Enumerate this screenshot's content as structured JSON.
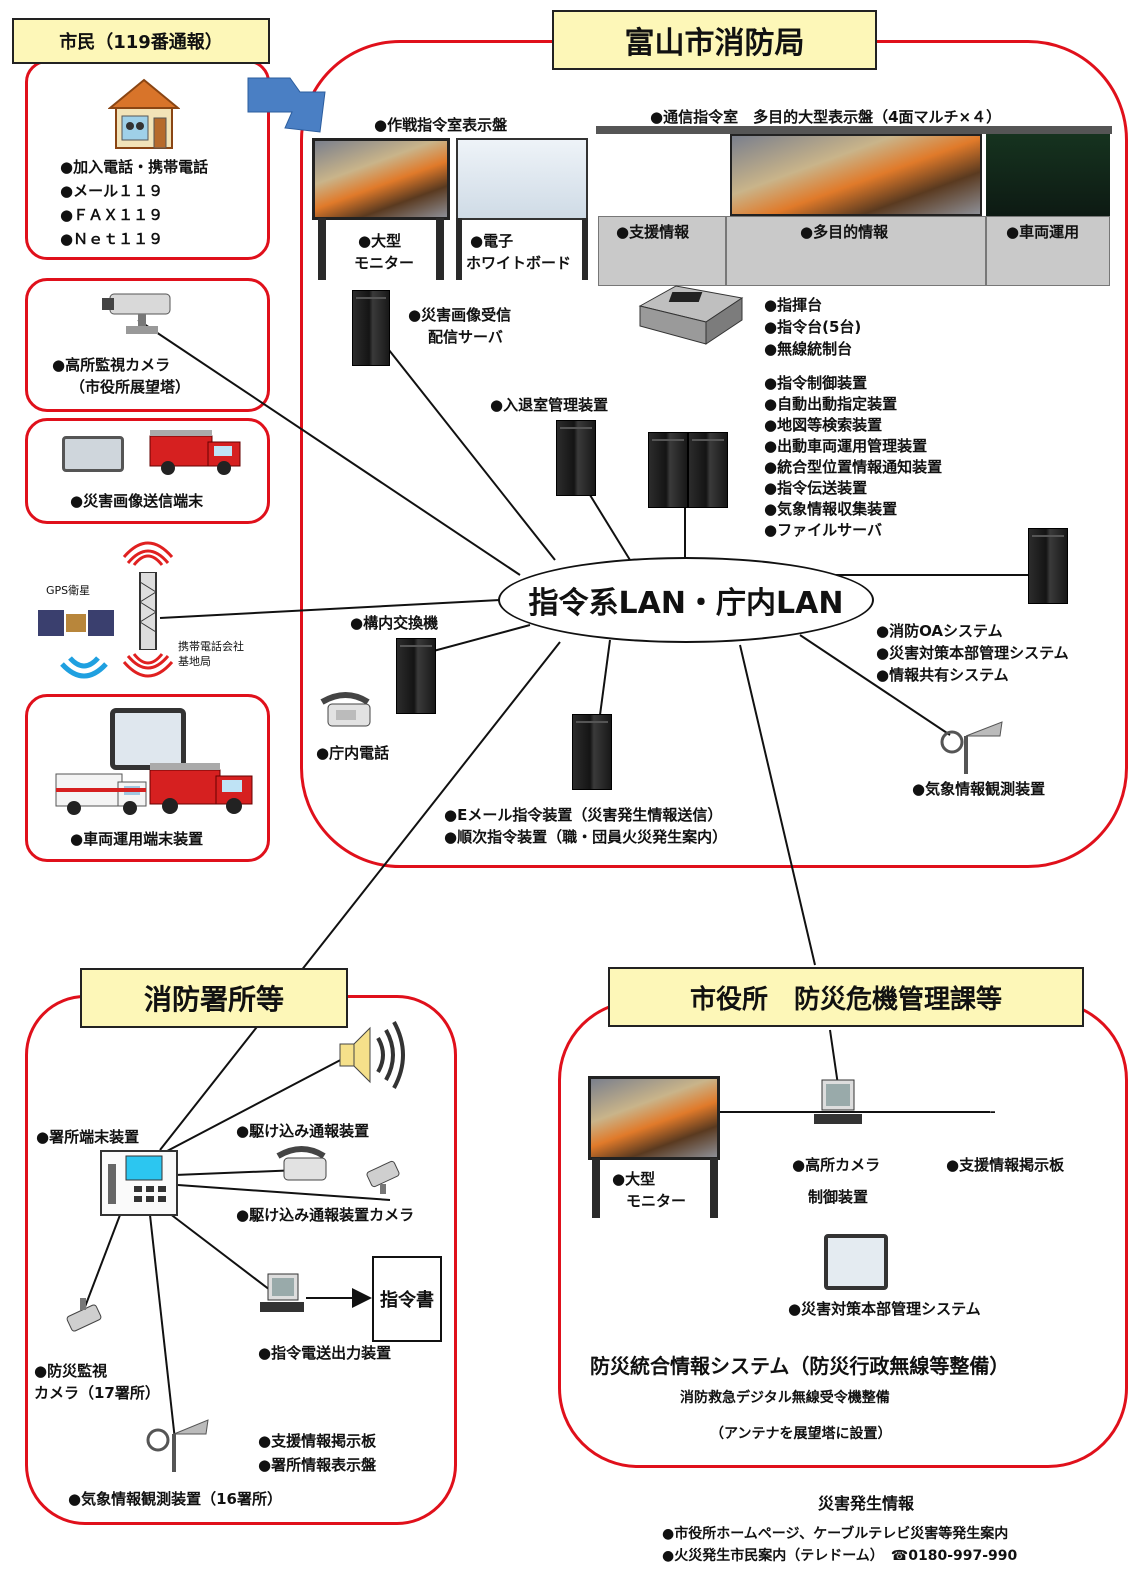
{
  "regions": {
    "citizen_title": "市民（119番通報）",
    "hq_title": "富山市消防局",
    "station_title": "消防署所等",
    "cityhall_title": "市役所　防災危機管理課等"
  },
  "citizen": {
    "items": [
      "●加入電話・携帯電話",
      "●メール１１９",
      "●ＦＡＸ１１９",
      "●Ｎｅｔ１１９"
    ]
  },
  "left": {
    "camera": [
      "●高所監視カメラ",
      "（市役所展望塔）"
    ],
    "image_terminal": "●災害画像送信端末",
    "gps": "GPS衛星",
    "base_station": [
      "携帯電話会社",
      "基地局"
    ],
    "vehicle_terminal": "●車両運用端末装置"
  },
  "hq": {
    "ops_display": "●作戦指令室表示盤",
    "comm_display": "●通信指令室　多目的大型表示盤（4面マルチ×４）",
    "large_monitor": [
      "●大型",
      "モニター"
    ],
    "whiteboard": [
      "●電子",
      "ホワイトボード"
    ],
    "support_info": "●支援情報",
    "multi_info": "●多目的情報",
    "vehicle_ops": "●車両運用",
    "image_server": [
      "●災害画像受信",
      "配信サーバ"
    ],
    "consoles": [
      "●指揮台",
      "●指令台(5台)",
      "●無線統制台"
    ],
    "control_devices": [
      "●指令制御装置",
      "●自動出動指定装置",
      "●地図等検索装置",
      "●出動車両運用管理装置",
      "●統合型位置情報通知装置",
      "●指令伝送装置",
      "●気象情報収集装置",
      "●ファイルサーバ"
    ],
    "access_control": "●入退室管理装置",
    "lan": "指令系LAN・庁内LAN",
    "pbx": "●構内交換機",
    "office_systems": [
      "●消防OAシステム",
      "●災害対策本部管理システム",
      "●情報共有システム"
    ],
    "internal_phone": "●庁内電話",
    "weather_obs": "●気象情報観測装置",
    "email_devices": [
      "●Eメール指令装置（災害発生情報送信）",
      "●順次指令装置（職・団員火災発生案内）"
    ]
  },
  "station": {
    "terminal": "●署所端末装置",
    "rush_report": "●駆け込み通報装置",
    "rush_camera": "●駆け込み通報装置カメラ",
    "order_doc": "指令書",
    "order_output": "●指令電送出力装置",
    "disaster_camera": [
      "●防災監視",
      "カメラ（17署所）"
    ],
    "support_boards": [
      "●支援情報掲示板",
      "●署所情報表示盤"
    ],
    "weather_obs": "●気象情報観測装置（16署所）"
  },
  "cityhall": {
    "large_monitor": [
      "●大型",
      "モニター"
    ],
    "camera_ctrl": [
      "●高所カメラ",
      "制御装置"
    ],
    "support_board": "●支援情報掲示板",
    "hq_system": "●災害対策本部管理システム",
    "integrated_title": "防災統合情報システム（防災行政無線等整備）",
    "digital_radio": "消防救急デジタル無線受令機整備",
    "antenna": "（アンテナを展望塔に設置）"
  },
  "footer": {
    "title": "災害発生情報",
    "lines": [
      "●市役所ホームページ、ケーブルテレビ災害等発生案内",
      "●火災発生市民案内（テレドーム）　☎0180-997-990"
    ]
  },
  "colors": {
    "frame_red": "#e0101b",
    "title_fill": "#fdf7b8",
    "arrow_blue": "#4a7fc4"
  }
}
